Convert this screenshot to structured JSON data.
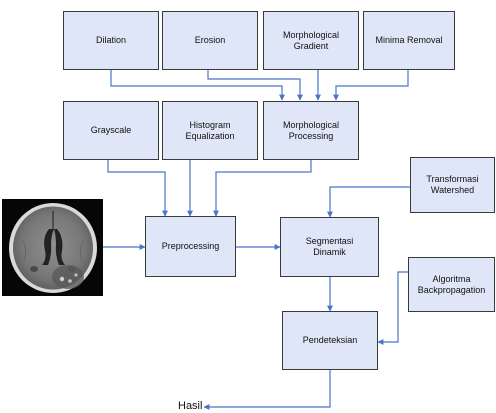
{
  "diagram": {
    "nodes": {
      "dilation": "Dilation",
      "erosion": "Erosion",
      "morphological_gradient": [
        "Morphological",
        "Gradient"
      ],
      "minima_removal": "Minima Removal",
      "grayscale": "Grayscale",
      "histogram_equalization": [
        "Histogram",
        "Equalization"
      ],
      "morphological_processing": [
        "Morphological",
        "Processing"
      ],
      "transformasi_watershed": [
        "Transformasi",
        "Watershed"
      ],
      "preprocessing": "Preprocessing",
      "segmentasi_dinamik": [
        "Segmentasi",
        "Dinamik"
      ],
      "algoritma_backpropagation": [
        "Algoritma",
        "Backpropagation"
      ],
      "pendeteksian": "Pendeteksian"
    },
    "output_label": "Hasil",
    "colors": {
      "box_fill": "#dfe6f7",
      "box_border": "#3a3a3a",
      "arrow": "#4a74c9"
    }
  }
}
